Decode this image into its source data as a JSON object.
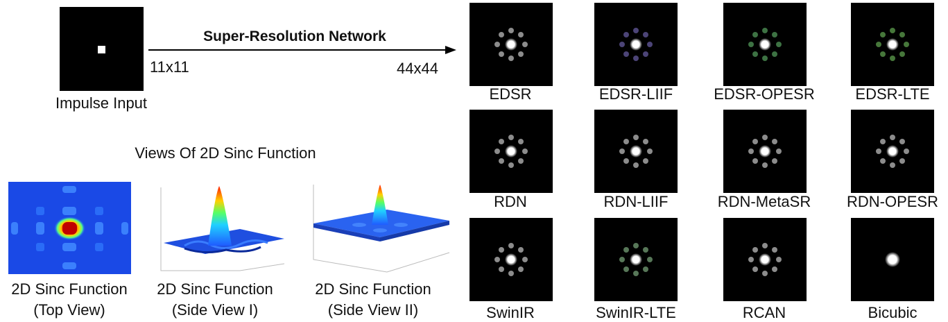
{
  "impulse": {
    "caption": "Impulse Input"
  },
  "network": {
    "title": "Super-Resolution Network",
    "in_size": "11x11",
    "out_size": "44x44"
  },
  "views": {
    "heading": "Views Of 2D Sinc Function",
    "items": [
      {
        "line1": "2D Sinc Function",
        "line2": "(Top View)"
      },
      {
        "line1": "2D Sinc Function",
        "line2": "(Side View I)"
      },
      {
        "line1": "2D Sinc Function",
        "line2": "(Side View II)"
      }
    ]
  },
  "results": [
    {
      "label": "EDSR",
      "tint": "#ffffff"
    },
    {
      "label": "EDSR-LIIF",
      "tint": "#8a7bd8"
    },
    {
      "label": "EDSR-OPESR",
      "tint": "#6fcf7a"
    },
    {
      "label": "EDSR-LTE",
      "tint": "#7fd86a"
    },
    {
      "label": "RDN",
      "tint": "#ffffff"
    },
    {
      "label": "RDN-LIIF",
      "tint": "#ffffff"
    },
    {
      "label": "RDN-MetaSR",
      "tint": "#ffffff"
    },
    {
      "label": "RDN-OPESR",
      "tint": "#ffffff"
    },
    {
      "label": "SwinIR",
      "tint": "#ffffff"
    },
    {
      "label": "SwinIR-LTE",
      "tint": "#9fd8a0"
    },
    {
      "label": "RCAN",
      "tint": "#ffffff"
    },
    {
      "label": "Bicubic",
      "tint": "#ffffff"
    }
  ]
}
